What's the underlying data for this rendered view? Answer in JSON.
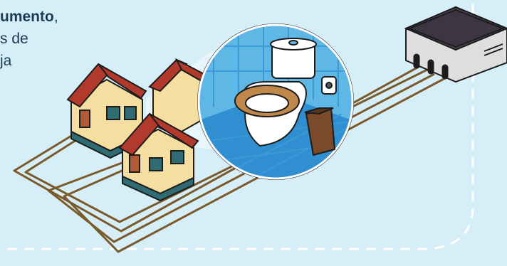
{
  "text": {
    "line1_bold": "umento",
    "line1_tail": ",",
    "line2": "s de",
    "line3": "ja"
  },
  "icons": [
    "house-icon",
    "toilet-icon",
    "toilet-paper-icon",
    "trash-bin-icon",
    "treatment-station-icon",
    "sewer-pipe-icon"
  ],
  "colors": {
    "background": "#d6eef8",
    "dashed_border": "#ffffff",
    "pipe": "#7a5a2a",
    "tile_light": "#5fb7e6",
    "tile_dark": "#2f8fd0",
    "roof": "#b23a2c",
    "house_wall": "#f4dfa1",
    "base": "#2f6b72",
    "station_top": "#4a4452",
    "station_body": "#dedede"
  }
}
